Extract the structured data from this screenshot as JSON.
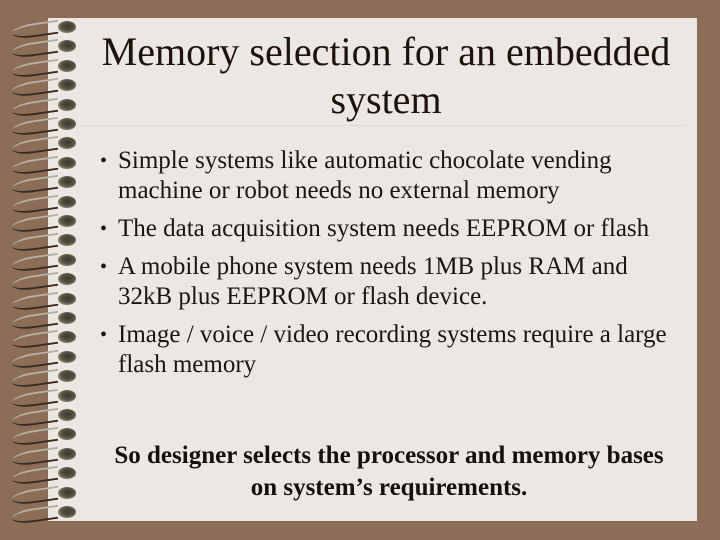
{
  "slide": {
    "title": "Memory selection for an embedded system",
    "bullets": [
      "Simple systems like automatic chocolate vending machine or robot needs no external memory",
      "The data acquisition system needs EEPROM or flash",
      "A mobile phone system needs 1MB plus RAM and 32kB plus EEPROM or flash device.",
      "Image / voice / video recording systems require a large flash memory"
    ],
    "bullet_glyph": "•",
    "conclusion": "So designer selects the processor and memory bases on system’s requirements."
  },
  "theme": {
    "background": "#8c6d58",
    "paper": "#ebe7e3",
    "text": "#1b1410"
  }
}
